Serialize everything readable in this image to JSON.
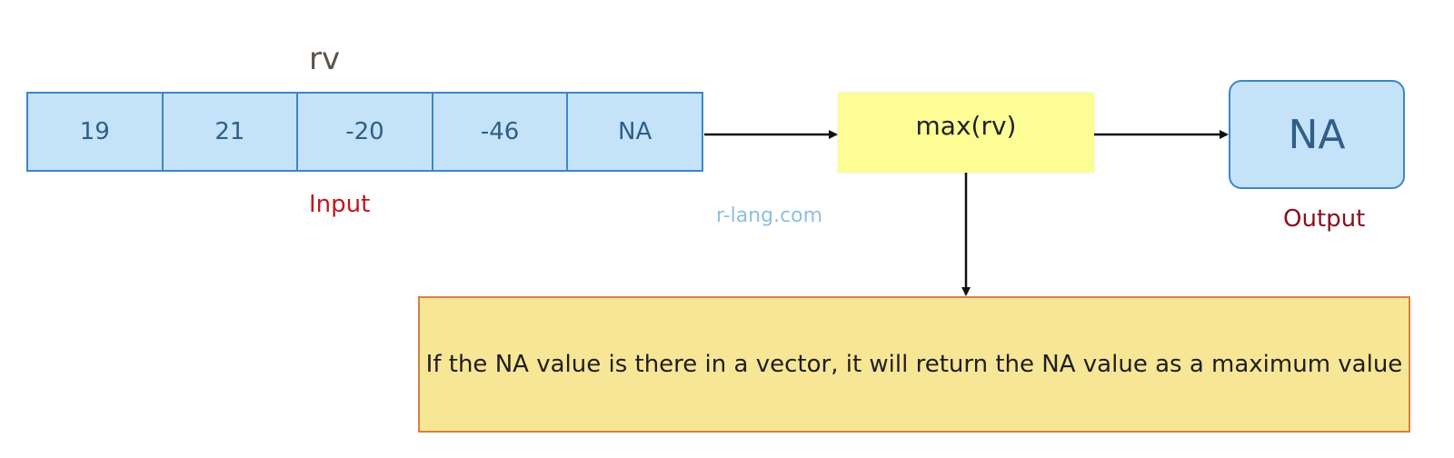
{
  "vector": {
    "name": "rv",
    "values": [
      "19",
      "21",
      "-20",
      "-46",
      "NA"
    ]
  },
  "labels": {
    "input": "Input",
    "output": "Output",
    "watermark": "r-lang.com"
  },
  "function": {
    "expression": "max(rv)"
  },
  "result": {
    "value": "NA"
  },
  "note": {
    "text": "If the NA value is there in a vector, it will return the NA value as a maximum value"
  },
  "colors": {
    "vector_fill": "#c4e3f8",
    "vector_border": "#3c86c8",
    "function_fill": "#fdfd96",
    "note_fill": "#f8e697",
    "note_border": "#d7823a",
    "input_label": "#c11622",
    "output_label": "#8a1020"
  }
}
